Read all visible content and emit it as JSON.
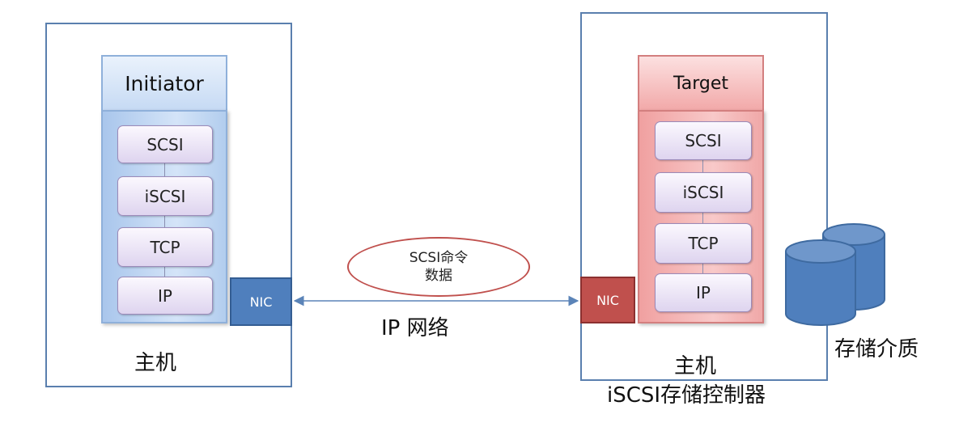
{
  "left_host": {
    "stack_title": "Initiator",
    "layers": [
      "SCSI",
      "iSCSI",
      "TCP",
      "IP"
    ],
    "nic": "NIC",
    "caption": "主机"
  },
  "right_host": {
    "stack_title": "Target",
    "layers": [
      "SCSI",
      "iSCSI",
      "TCP",
      "IP"
    ],
    "nic": "NIC",
    "caption_line1": "主机",
    "caption_line2": "iSCSI存储控制器"
  },
  "link": {
    "label": "IP 网络",
    "bubble_line1": "SCSI命令",
    "bubble_line2": "数据"
  },
  "storage": {
    "label": "存储介质",
    "icon": "cylinder-storage-icon"
  },
  "colors": {
    "frame": "#5a7fae",
    "initiator": "#c6daf4",
    "target": "#f2a9a9",
    "layer": "#ded4ef",
    "nic_left": "#4f7fbd",
    "nic_right": "#c0504d",
    "bubble_outline": "#c0504d",
    "storage": "#4f7fbd",
    "arrow": "#5b84b8"
  }
}
